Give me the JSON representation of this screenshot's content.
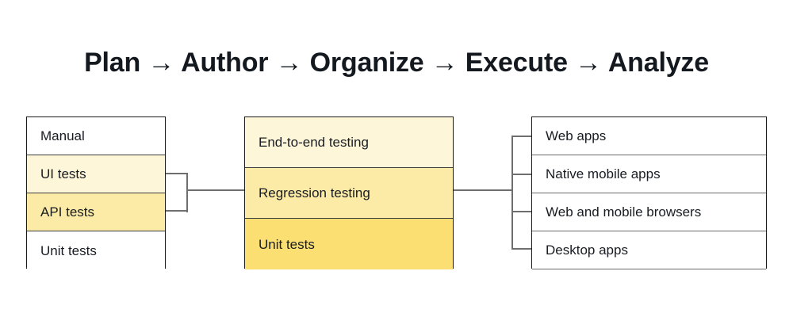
{
  "title": "Plan → Author → Organize → Execute → Analyze",
  "colors": {
    "background": "#ffffff",
    "text": "#14181f",
    "box_border": "#1b1b1b",
    "row_divider": "#3c3c3c",
    "connector": "#6e6e6e",
    "white": "#ffffff",
    "yellow_light": "#fef6d9",
    "yellow_medium": "#fceba6",
    "yellow_strong": "#fbdf72"
  },
  "columns": {
    "left": {
      "name": "test-types",
      "rows": [
        {
          "label": "Manual",
          "fill": "white"
        },
        {
          "label": "UI tests",
          "fill": "yellow_light"
        },
        {
          "label": "API tests",
          "fill": "yellow_medium"
        },
        {
          "label": "Unit tests",
          "fill": "white"
        }
      ]
    },
    "middle": {
      "name": "test-levels",
      "rows": [
        {
          "label": "End-to-end testing",
          "fill": "yellow_light"
        },
        {
          "label": "Regression testing",
          "fill": "yellow_medium"
        },
        {
          "label": "Unit tests",
          "fill": "yellow_strong"
        }
      ]
    },
    "right": {
      "name": "target-platforms",
      "rows": [
        {
          "label": "Web apps",
          "fill": "white"
        },
        {
          "label": "Native mobile apps",
          "fill": "white"
        },
        {
          "label": "Web and mobile browsers",
          "fill": "white"
        },
        {
          "label": "Desktop apps",
          "fill": "white"
        }
      ]
    }
  }
}
